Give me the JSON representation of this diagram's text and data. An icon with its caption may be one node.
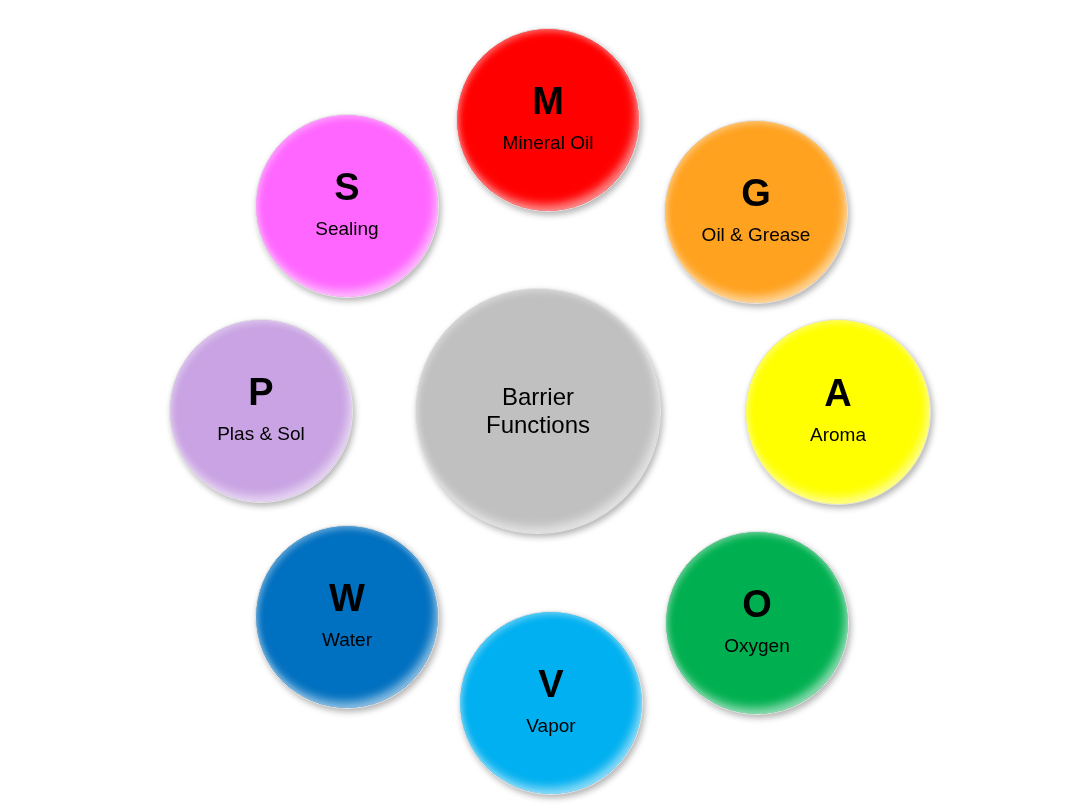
{
  "diagram": {
    "nodes": [
      {
        "text": [
          "Barrier Functions"
        ]
      },
      {
        "text": [
          "M",
          "Mineral Oil"
        ]
      },
      {
        "text": [
          "G",
          "Oil & Grease"
        ]
      },
      {
        "text": [
          "A",
          "Aroma"
        ]
      },
      {
        "text": [
          "O",
          "Oxygen"
        ]
      },
      {
        "text": [
          "V",
          "Vapor"
        ]
      },
      {
        "text": [
          "W",
          "Water"
        ]
      },
      {
        "text": [
          "P",
          "Plas & Sol"
        ]
      },
      {
        "text": [
          "S",
          "Sealing"
        ]
      }
    ]
  }
}
